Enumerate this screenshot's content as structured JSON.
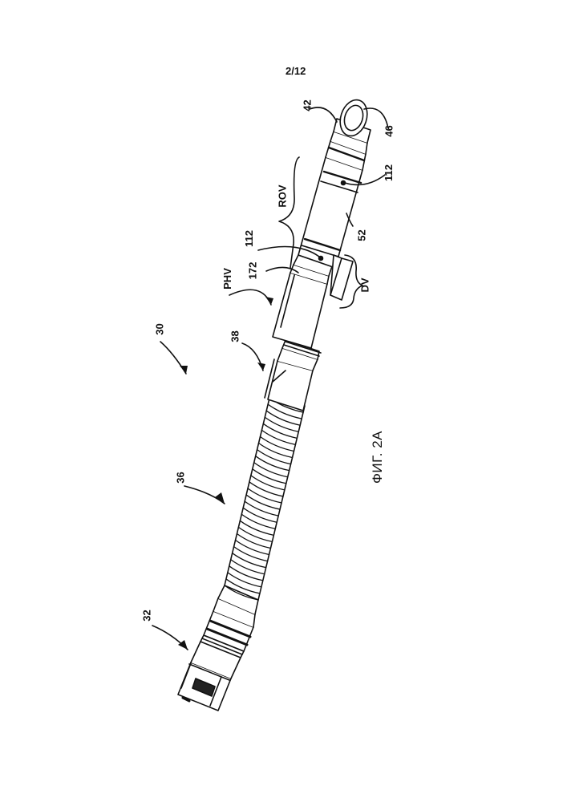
{
  "sheet": {
    "page_number": "2/12",
    "figure_caption": "ФИГ. 2А"
  },
  "labels": {
    "ref_30": "30",
    "ref_32": "32",
    "ref_36": "36",
    "ref_38": "38",
    "ref_42": "42",
    "ref_46": "46",
    "ref_52": "52",
    "ref_112_upper": "112",
    "ref_112_lower": "112",
    "ref_172": "172",
    "ref_rov": "ROV",
    "ref_phv": "PHV",
    "ref_dv": "DV"
  }
}
